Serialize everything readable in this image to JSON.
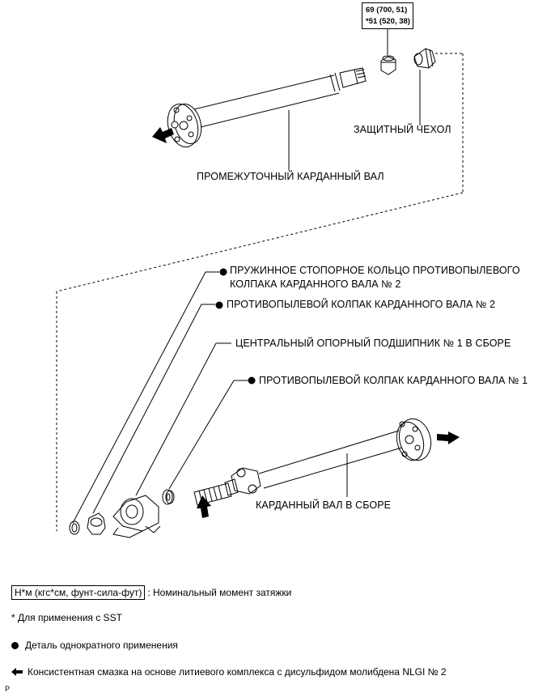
{
  "torque": {
    "line1": "69 (700, 51)",
    "line2": "*51 (520, 38)"
  },
  "labels": {
    "dust_boot": "ЗАЩИТНЫЙ ЧЕХОЛ",
    "intermediate_shaft": "ПРОМЕЖУТОЧНЫЙ КАРДАННЫЙ ВАЛ",
    "snap_ring_line1": "ПРУЖИННОЕ СТОПОРНОЕ КОЛЬЦО ПРОТИВОПЫЛЕВОГО",
    "snap_ring_line2": "КОЛПАКА КАРДАННОГО ВАЛА № 2",
    "dust_cap_2": "ПРОТИВОПЫЛЕВОЙ КОЛПАК КАРДАННОГО ВАЛА № 2",
    "center_bearing": "ЦЕНТРАЛЬНЫЙ ОПОРНЫЙ ПОДШИПНИК № 1 В СБОРЕ",
    "dust_cap_1": "ПРОТИВОПЫЛЕВОЙ КОЛПАК КАРДАННОГО ВАЛА № 1",
    "propeller_shaft": "КАРДАННЫЙ ВАЛ В СБОРЕ"
  },
  "legend": {
    "torque_box": "Н*м (кгс*см, фунт-сила-фут)",
    "torque_desc": ": Номинальный момент затяжки",
    "sst_note": "* Для применения с SST",
    "non_reusable": "Деталь однократного применения",
    "grease": "Консистентная смазка на основе литиевого комплекса с дисульфидом молибдена NLGI № 2"
  },
  "figure_code": "P"
}
